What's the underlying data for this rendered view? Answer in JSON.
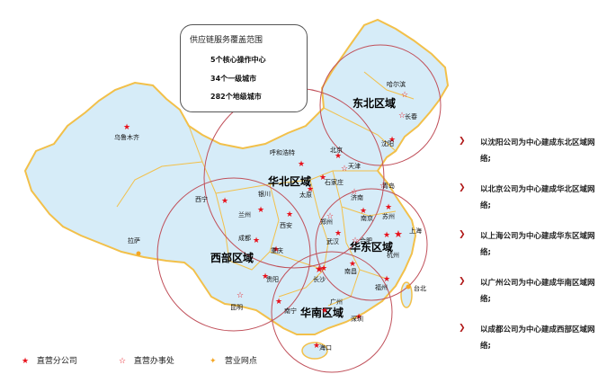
{
  "coverage": {
    "title": "供应链服务覆盖范围",
    "lines": [
      "5个核心操作中心",
      "34个一级城市",
      "282个地级城市"
    ]
  },
  "regions": [
    "东北区域",
    "华北区域",
    "西部区域",
    "华东区域",
    "华南区域"
  ],
  "cities": [
    "乌鲁木齐",
    "拉萨",
    "西宁",
    "兰州",
    "银川",
    "呼和浩特",
    "北京",
    "天津",
    "石家庄",
    "太原",
    "西安",
    "济南",
    "青岛",
    "郑州",
    "南京",
    "合肥",
    "苏州",
    "上海",
    "杭州",
    "武汉",
    "长沙",
    "南昌",
    "福州",
    "台北",
    "成都",
    "重庆",
    "贵阳",
    "昆明",
    "南宁",
    "广州",
    "深圳",
    "海口",
    "哈尔滨",
    "长春",
    "沈阳"
  ],
  "notes": [
    "以沈阳公司为中心建成东北区域网络;",
    "以北京公司为中心建成华北区域网络;",
    "以上海公司为中心建成华东区域网络;",
    "以广州公司为中心建成华南区域网络;",
    "以成都公司为中心建成西部区域网络;"
  ],
  "legend": [
    "直营分公司",
    "直营办事处",
    "营业网点"
  ],
  "colors": {
    "map_fill": "#d6ecf8",
    "map_border": "#f2c04a",
    "circle": "#c0505a",
    "star": "#e8101a",
    "outlet": "#f5a623"
  }
}
